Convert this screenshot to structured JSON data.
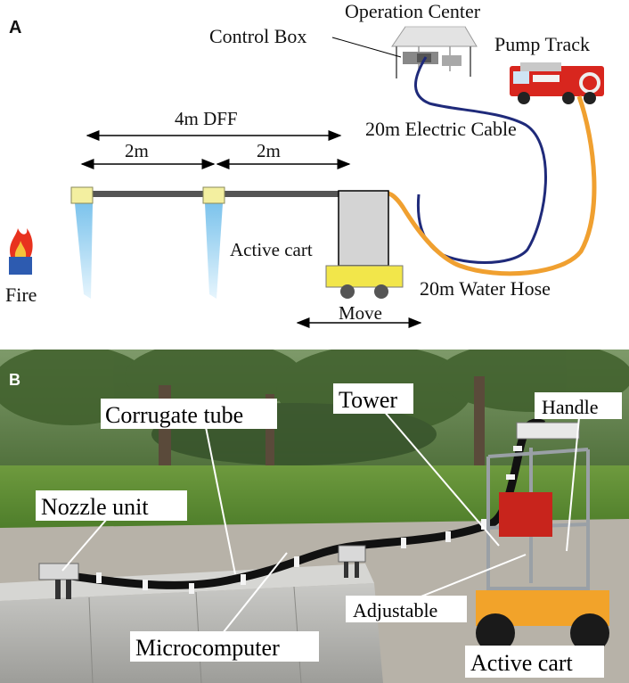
{
  "panel_a": {
    "letter": "A",
    "labels": {
      "operation_center": "Operation Center",
      "control_box": "Control Box",
      "pump_track": "Pump Track",
      "electric_cable": "20m Electric Cable",
      "dff": "4m DFF",
      "seg1": "2m",
      "seg2": "2m",
      "active_cart": "Active cart",
      "fire": "Fire",
      "water_hose": "20m Water Hose",
      "move": "Move"
    },
    "colors": {
      "cable": "#1f2a7a",
      "hose": "#f0a030",
      "nozzle": "#f3efa0",
      "cart_body": "#d4d4d4",
      "cart_base": "#f2e64a",
      "spray": "#a9d8f2",
      "fire_base": "#2d5bb0",
      "fire_flame": "#e8321e"
    }
  },
  "panel_b": {
    "letter": "B",
    "labels": {
      "corrugate_tube": "Corrugate tube",
      "tower": "Tower",
      "handle": "Handle",
      "nozzle_unit": "Nozzle unit",
      "adjustable": "Adjustable",
      "microcomputer": "Microcomputer",
      "active_cart": "Active cart"
    }
  }
}
